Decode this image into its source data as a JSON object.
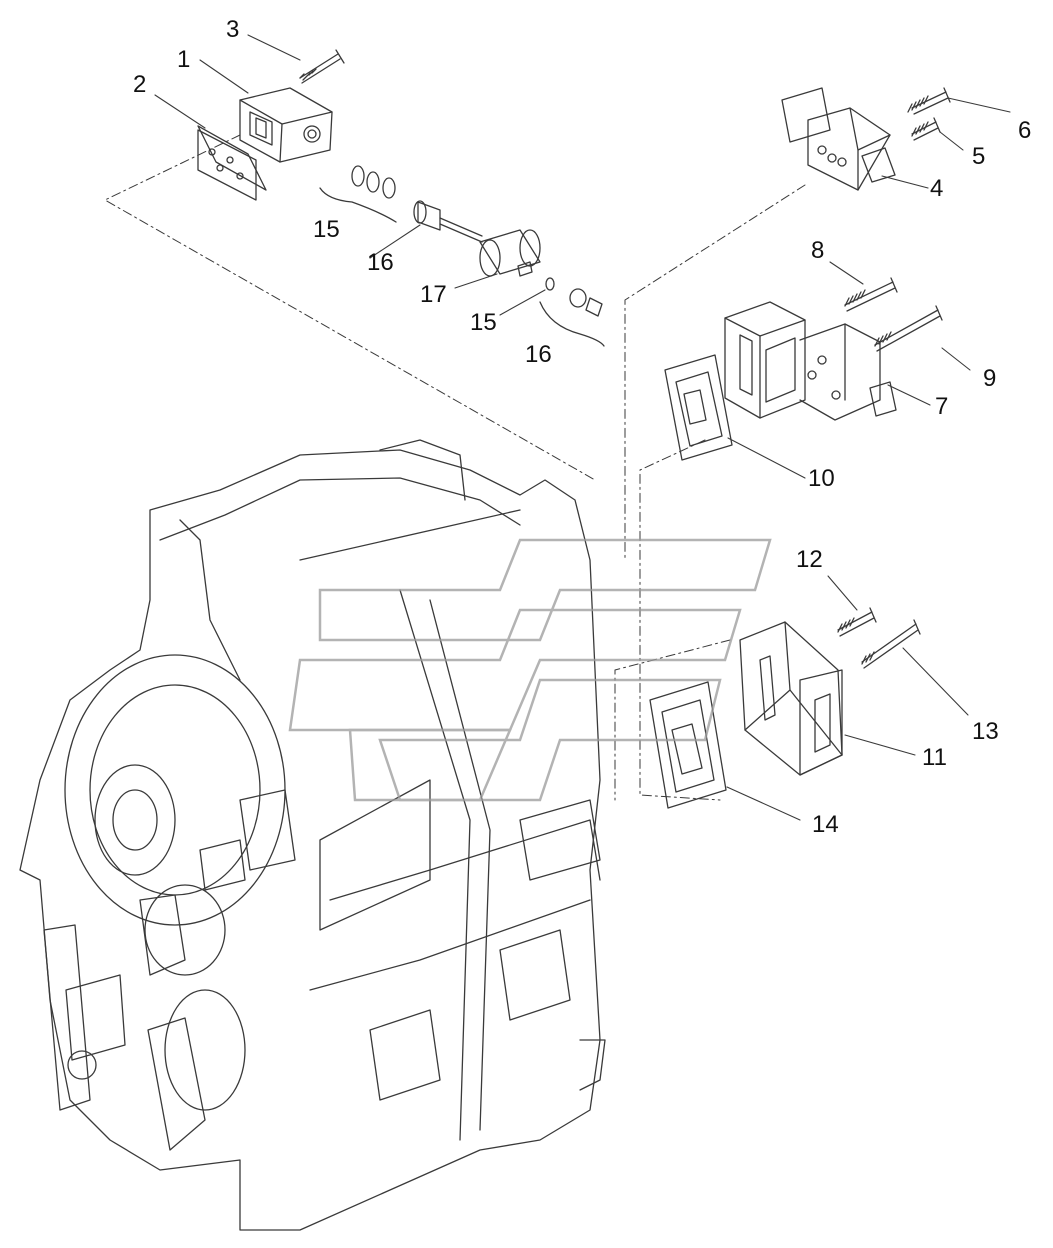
{
  "diagram": {
    "callouts": [
      {
        "id": "c1",
        "label": "1"
      },
      {
        "id": "c2",
        "label": "2"
      },
      {
        "id": "c3",
        "label": "3"
      },
      {
        "id": "c4",
        "label": "4"
      },
      {
        "id": "c5",
        "label": "5"
      },
      {
        "id": "c6",
        "label": "6"
      },
      {
        "id": "c7",
        "label": "7"
      },
      {
        "id": "c8",
        "label": "8"
      },
      {
        "id": "c9",
        "label": "9"
      },
      {
        "id": "c10",
        "label": "10"
      },
      {
        "id": "c11",
        "label": "11"
      },
      {
        "id": "c12",
        "label": "12"
      },
      {
        "id": "c13",
        "label": "13"
      },
      {
        "id": "c14",
        "label": "14"
      },
      {
        "id": "c15a",
        "label": "15"
      },
      {
        "id": "c15b",
        "label": "15"
      },
      {
        "id": "c16a",
        "label": "16"
      },
      {
        "id": "c16b",
        "label": "16"
      },
      {
        "id": "c17",
        "label": "17"
      }
    ]
  },
  "colors": {
    "line": "#3a3a3a",
    "watermark": "#9a9a9a",
    "background": "#ffffff"
  }
}
